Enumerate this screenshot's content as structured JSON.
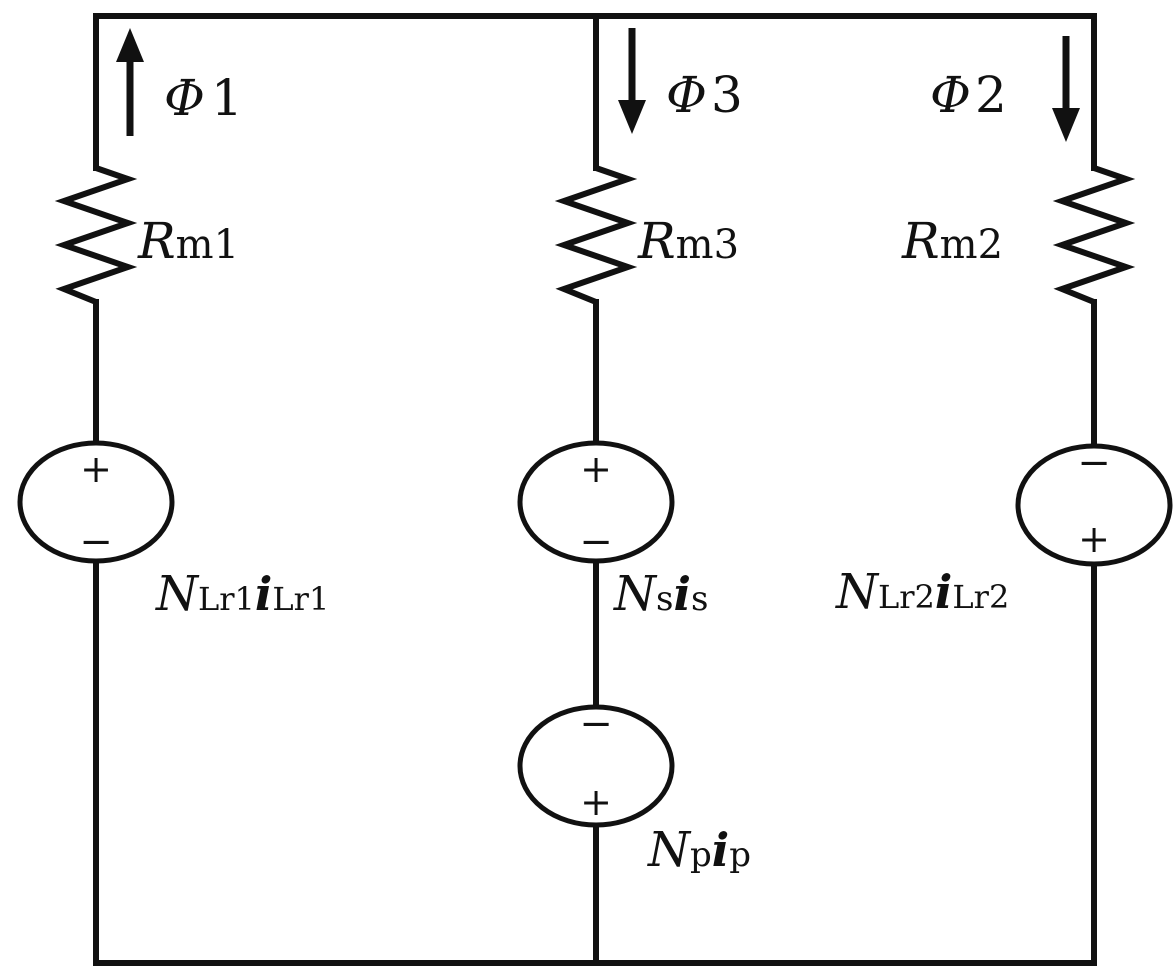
{
  "diagram": {
    "fluxes": [
      {
        "id": "phi1",
        "symbol": "Φ",
        "sub": "1",
        "direction": "up"
      },
      {
        "id": "phi3",
        "symbol": "Φ",
        "sub": "3",
        "direction": "down"
      },
      {
        "id": "phi2",
        "symbol": "Φ",
        "sub": "2",
        "direction": "down"
      }
    ],
    "reluctances": [
      {
        "id": "rm1",
        "symbol": "R",
        "sub": "m1"
      },
      {
        "id": "rm3",
        "symbol": "R",
        "sub": "m3"
      },
      {
        "id": "rm2",
        "symbol": "R",
        "sub": "m2"
      }
    ],
    "sources": [
      {
        "id": "lr1",
        "polarity_top": "+",
        "polarity_bottom": "−",
        "n": "N",
        "n_sub": "Lr1",
        "i": "i",
        "i_sub": "Lr1"
      },
      {
        "id": "s",
        "polarity_top": "+",
        "polarity_bottom": "−",
        "n": "N",
        "n_sub": "s",
        "i": "i",
        "i_sub": "s"
      },
      {
        "id": "lr2",
        "polarity_top": "−",
        "polarity_bottom": "+",
        "n": "N",
        "n_sub": "Lr2",
        "i": "i",
        "i_sub": "Lr2"
      },
      {
        "id": "p",
        "polarity_top": "−",
        "polarity_bottom": "+",
        "n": "N",
        "n_sub": "p",
        "i": "i",
        "i_sub": "p"
      }
    ],
    "colors": {
      "line": "#111111",
      "background": "#ffffff"
    }
  }
}
